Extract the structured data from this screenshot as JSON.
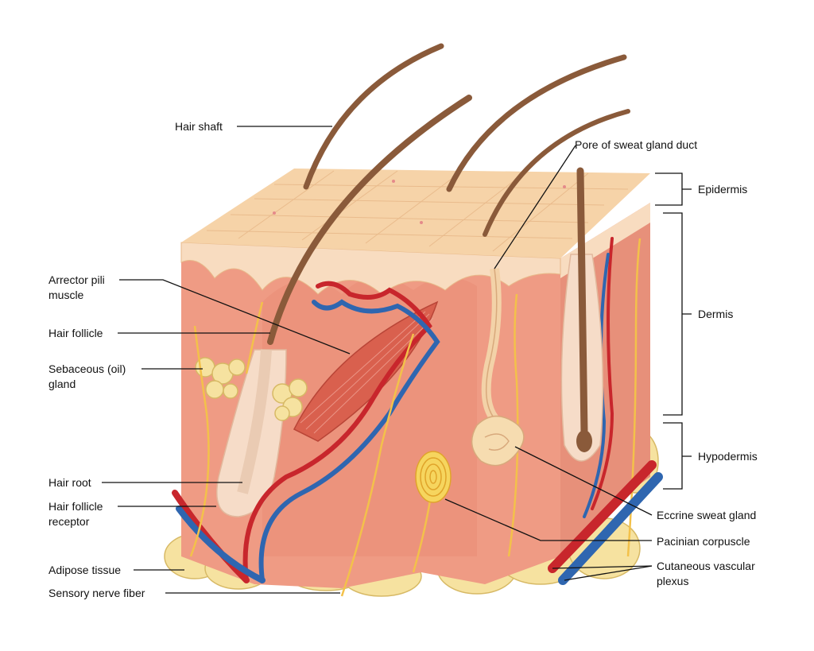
{
  "colors": {
    "epidermis_top": "#f6d3a8",
    "epidermis_cell_lines": "#e8b98a",
    "epidermis_side": "#f8dcc0",
    "dermis": "#ef9b84",
    "dermis_dark": "#e07f6a",
    "hypodermis_fat": "#f6e2a0",
    "fat_outline": "#d7b965",
    "hair": "#8a5a3a",
    "artery": "#c8262c",
    "vein": "#2f66b0",
    "nerve": "#f3c14a",
    "leader_line": "#111111"
  },
  "labels": {
    "hair_shaft": "Hair shaft",
    "pore": "Pore of sweat gland duct",
    "epidermis": "Epidermis",
    "dermis": "Dermis",
    "hypodermis": "Hypodermis",
    "arrector_pili": "Arrector pili\nmuscle",
    "hair_follicle": "Hair follicle",
    "sebaceous": "Sebaceous (oil)\ngland",
    "hair_root": "Hair root",
    "follicle_receptor": "Hair follicle\nreceptor",
    "adipose": "Adipose tissue",
    "sensory_nerve": "Sensory nerve fiber",
    "eccrine": "Eccrine sweat gland",
    "pacinian": "Pacinian corpuscle",
    "vascular_plexus": "Cutaneous vascular\nplexus"
  }
}
